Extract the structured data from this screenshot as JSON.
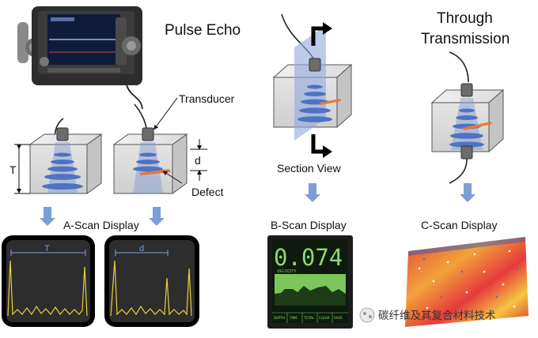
{
  "titles": {
    "pulse_echo": "Pulse Echo",
    "through_line1": "Through",
    "through_line2": "Transmission"
  },
  "labels": {
    "transducer": "Transducer",
    "defect": "Defect",
    "thickness": "T",
    "depth": "d",
    "section_view": "Section View"
  },
  "displays": {
    "a_scan": "A-Scan Display",
    "b_scan": "B-Scan Display",
    "c_scan": "C-Scan Display"
  },
  "a_scan_screens": {
    "left_marker": "T",
    "right_marker": "d"
  },
  "b_scan_screen": {
    "reading": "0.074",
    "small_text": "VELOCITY",
    "softkeys": [
      "DEPTH",
      "TIME",
      "TOTAL",
      "CLEAR",
      "SAVE"
    ]
  },
  "watermark": "碳纤维及其复合材料技术",
  "colors": {
    "arrow": "#7b9fd6",
    "beam": "#5b7fc4",
    "defect": "#e8783a",
    "screen_bg": "#2a2a2a",
    "trace": "#e6d13a"
  }
}
